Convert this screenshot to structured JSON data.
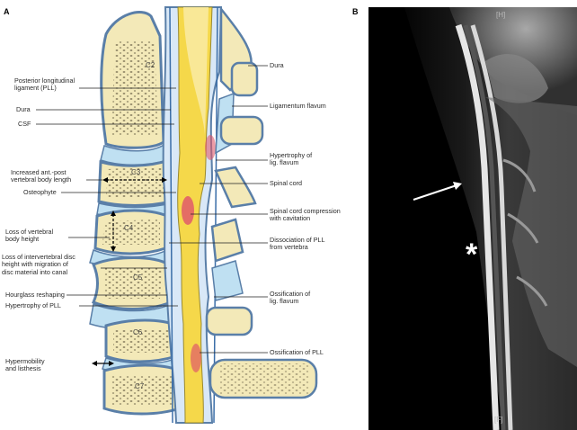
{
  "panel_a": {
    "letter": "A",
    "vertebrae": [
      "C2",
      "C3",
      "C4",
      "C5",
      "C6",
      "C7"
    ],
    "labels_left": [
      "Posterior longitudinal\nligament (PLL)",
      "Dura",
      "CSF",
      "Increased ant.-post\nvertebral body length",
      "Osteophyte",
      "Loss of vertebral\nbody height",
      "Loss of intervertebral disc\nheight with migration of\ndisc material into canal",
      "Hourglass reshaping",
      "Hypertrophy of PLL",
      "Hypermobility\nand listhesis"
    ],
    "labels_right": [
      "Dura",
      "Ligamentum flavum",
      "Hypertrophy of\nlig. flavum",
      "Spinal cord",
      "Spinal cord compression\nwith cavitation",
      "Dissociation of PLL\nfrom vertebra",
      "Ossification of\nlig. flavum",
      "Ossification of PLL"
    ]
  },
  "panel_b": {
    "letter": "B",
    "top_marker": "[H]",
    "bottom_marker": "[F]",
    "asterisk": "*"
  },
  "colors": {
    "bone_fill": "#f3e9b8",
    "bone_edge": "#5a7fa8",
    "disc_fill": "#bfe0f2",
    "cord_fill": "#f5d84a",
    "csf_fill": "#d9e8f7",
    "lesion": "#e05a6a"
  }
}
